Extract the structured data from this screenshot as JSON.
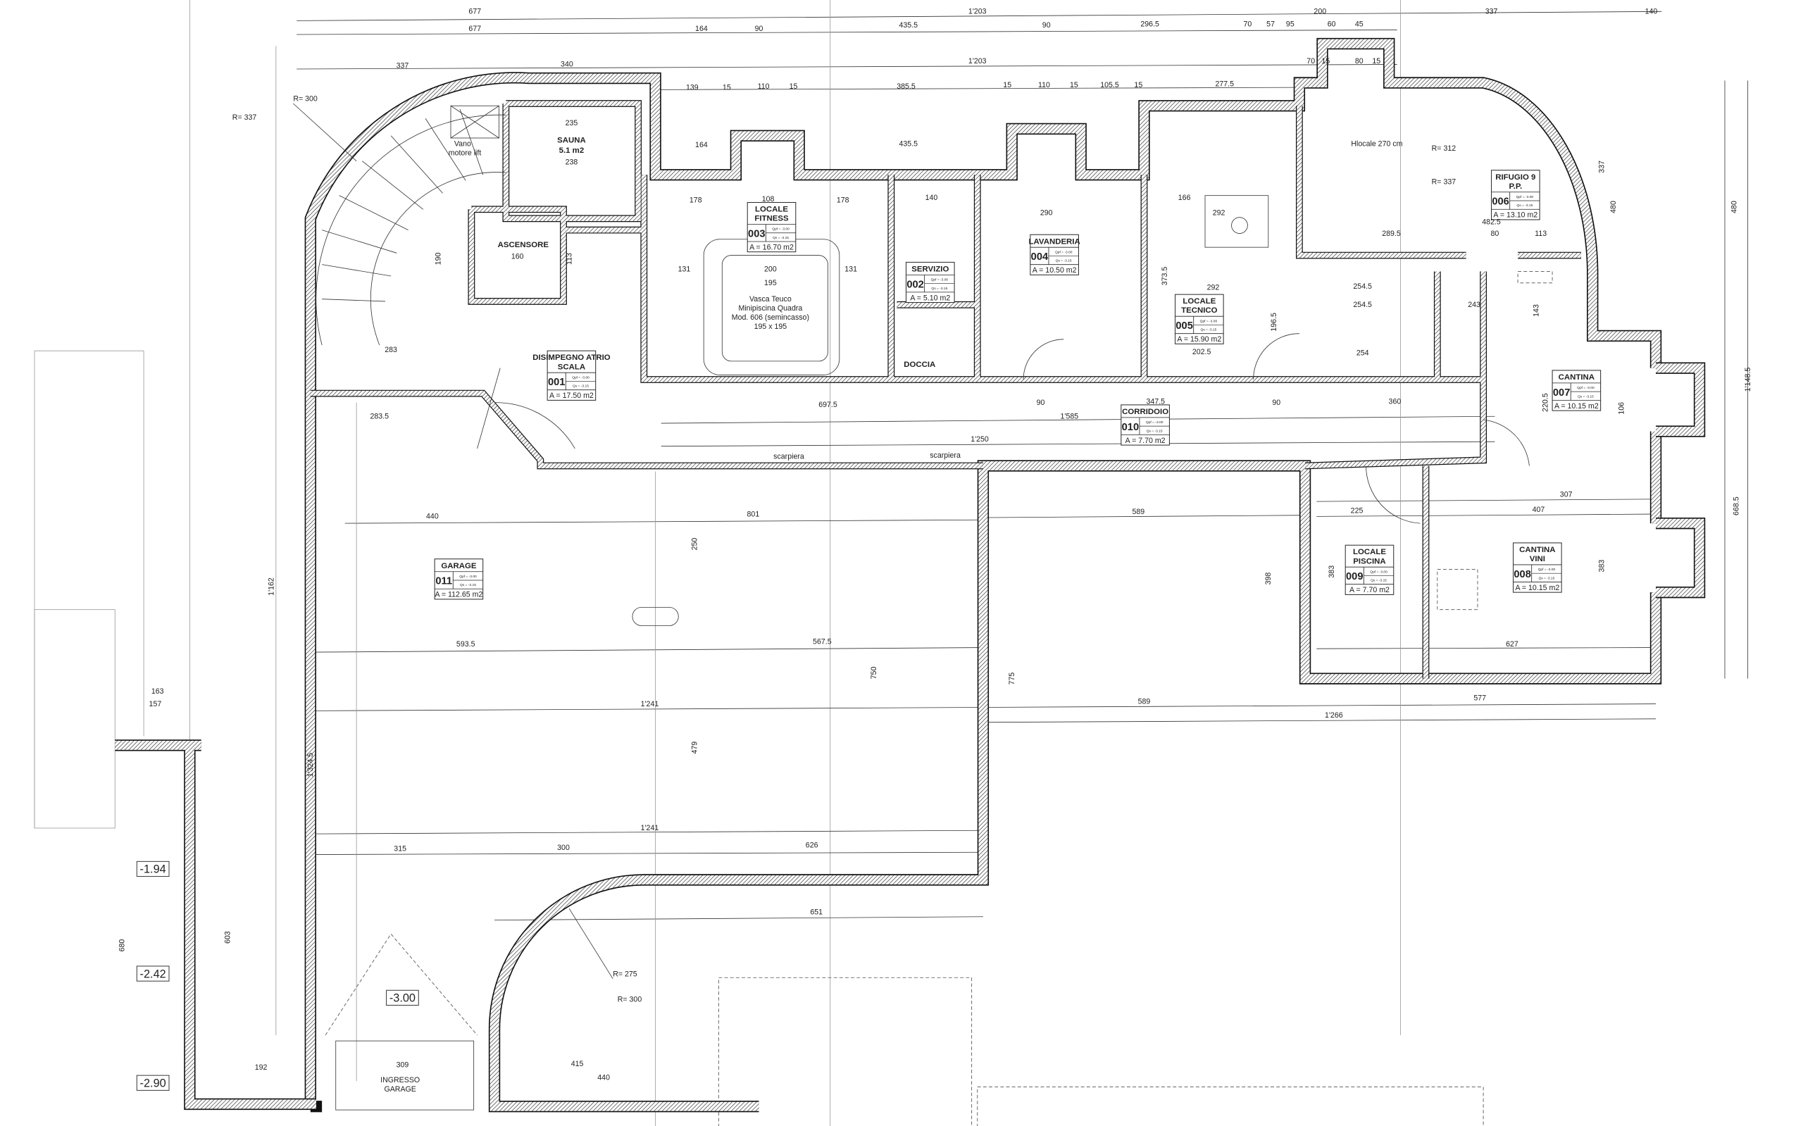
{
  "rooms": [
    {
      "name": "DISIMPEGNO ATRIO SCALA",
      "code": "001",
      "qpf": "Qpf = -3.00",
      "qs": "Qs = -3.15",
      "area": "A = 17.50 m2"
    },
    {
      "name": "LOCALE FITNESS",
      "code": "003",
      "qpf": "Qpf = -3.00",
      "qs": "Qs = -3.15",
      "area": "A = 16.70 m2"
    },
    {
      "name": "SERVIZIO",
      "code": "002",
      "qpf": "Qpf = -3.00",
      "qs": "Qs = -3.15",
      "area": "A = 5.10 m2"
    },
    {
      "name": "LAVANDERIA",
      "code": "004",
      "qpf": "Qpf = -3.00",
      "qs": "Qs = -3.15",
      "area": "A = 10.50 m2"
    },
    {
      "name": "LOCALE TECNICO",
      "code": "005",
      "qpf": "Qpf = -3.00",
      "qs": "Qs = -3.15",
      "area": "A = 15.90 m2"
    },
    {
      "name": "RIFUGIO 9 P.P.",
      "code": "006",
      "qpf": "Qpf = -3.00",
      "qs": "Qs = -3.15",
      "area": "A = 13.10 m2"
    },
    {
      "name": "CANTINA",
      "code": "007",
      "qpf": "Qpf = -3.00",
      "qs": "Qs = -3.15",
      "area": "A = 10.15 m2"
    },
    {
      "name": "CANTINA VINI",
      "code": "008",
      "qpf": "Qpf = -3.00",
      "qs": "Qs = -3.15",
      "area": "A = 10.15 m2"
    },
    {
      "name": "LOCALE PISCINA",
      "code": "009",
      "qpf": "Qpf = -3.00",
      "qs": "Qs = -3.15",
      "area": "A = 7.70 m2"
    },
    {
      "name": "CORRIDOIO",
      "code": "010",
      "qpf": "Qpf = -3.00",
      "qs": "Qs = -3.15",
      "area": "A = 7.70 m2"
    },
    {
      "name": "GARAGE",
      "code": "011",
      "qpf": "Qpf = -3.00",
      "qs": "Qs = -3.15",
      "area": "A = 112.65 m2"
    }
  ],
  "labels": {
    "sauna": "SAUNA",
    "sauna_area": "5.1 m2",
    "ascensore": "ASCENSORE",
    "vano1": "Vano",
    "vano2": "motore lift",
    "vasca1": "Vasca Teuco",
    "vasca2": "Minipiscina Quadra",
    "vasca3": "Mod. 606 (semincasso)",
    "vasca4": "195 x 195",
    "doccia": "DOCCIA",
    "ingresso1": "INGRESSO",
    "ingresso2": "GARAGE",
    "hlocale": "Hlocale 270 cm",
    "scarpiera_1": "scarpiera",
    "scarpiera_2": "scarpiera",
    "r300": "R= 300",
    "r337": "R= 337",
    "r312": "R= 312",
    "r337b": "R= 337",
    "r275": "R= 275",
    "r300b": "R= 300"
  },
  "elevations": [
    "-1.94",
    "-2.42",
    "-2.90",
    "-3.00"
  ],
  "dims": [
    "677",
    "1'203",
    "200",
    "337",
    "140",
    "677",
    "164",
    "90",
    "435.5",
    "90",
    "296.5",
    "70",
    "57",
    "95",
    "60",
    "45",
    "337",
    "340",
    "1'203",
    "70",
    "15",
    "80",
    "15",
    "139",
    "15",
    "110",
    "15",
    "385.5",
    "15",
    "110",
    "15",
    "105.5",
    "15",
    "277.5",
    "235",
    "238",
    "164",
    "435.5",
    "178",
    "108",
    "178",
    "140",
    "290",
    "166",
    "292",
    "200",
    "195",
    "131",
    "131",
    "440",
    "801",
    "589",
    "593.5",
    "567.5",
    "1'241",
    "589",
    "577",
    "1'266",
    "1'241",
    "315",
    "300",
    "626",
    "651",
    "1'585",
    "1'250",
    "697.5",
    "347.5",
    "360",
    "90",
    "90",
    "254",
    "254.5",
    "254.5",
    "202.5",
    "292",
    "243",
    "225",
    "407",
    "307",
    "627",
    "383",
    "383",
    "398",
    "775",
    "750",
    "479",
    "250",
    "603",
    "680",
    "1'324.5",
    "1'162",
    "480",
    "1'148.5",
    "668.5",
    "337",
    "480",
    "309",
    "415",
    "440",
    "192",
    "163",
    "157",
    "283",
    "283.5",
    "190",
    "160",
    "113",
    "373.5",
    "196.5",
    "482.5",
    "289.5",
    "80",
    "113",
    "143",
    "220.5",
    "106"
  ]
}
